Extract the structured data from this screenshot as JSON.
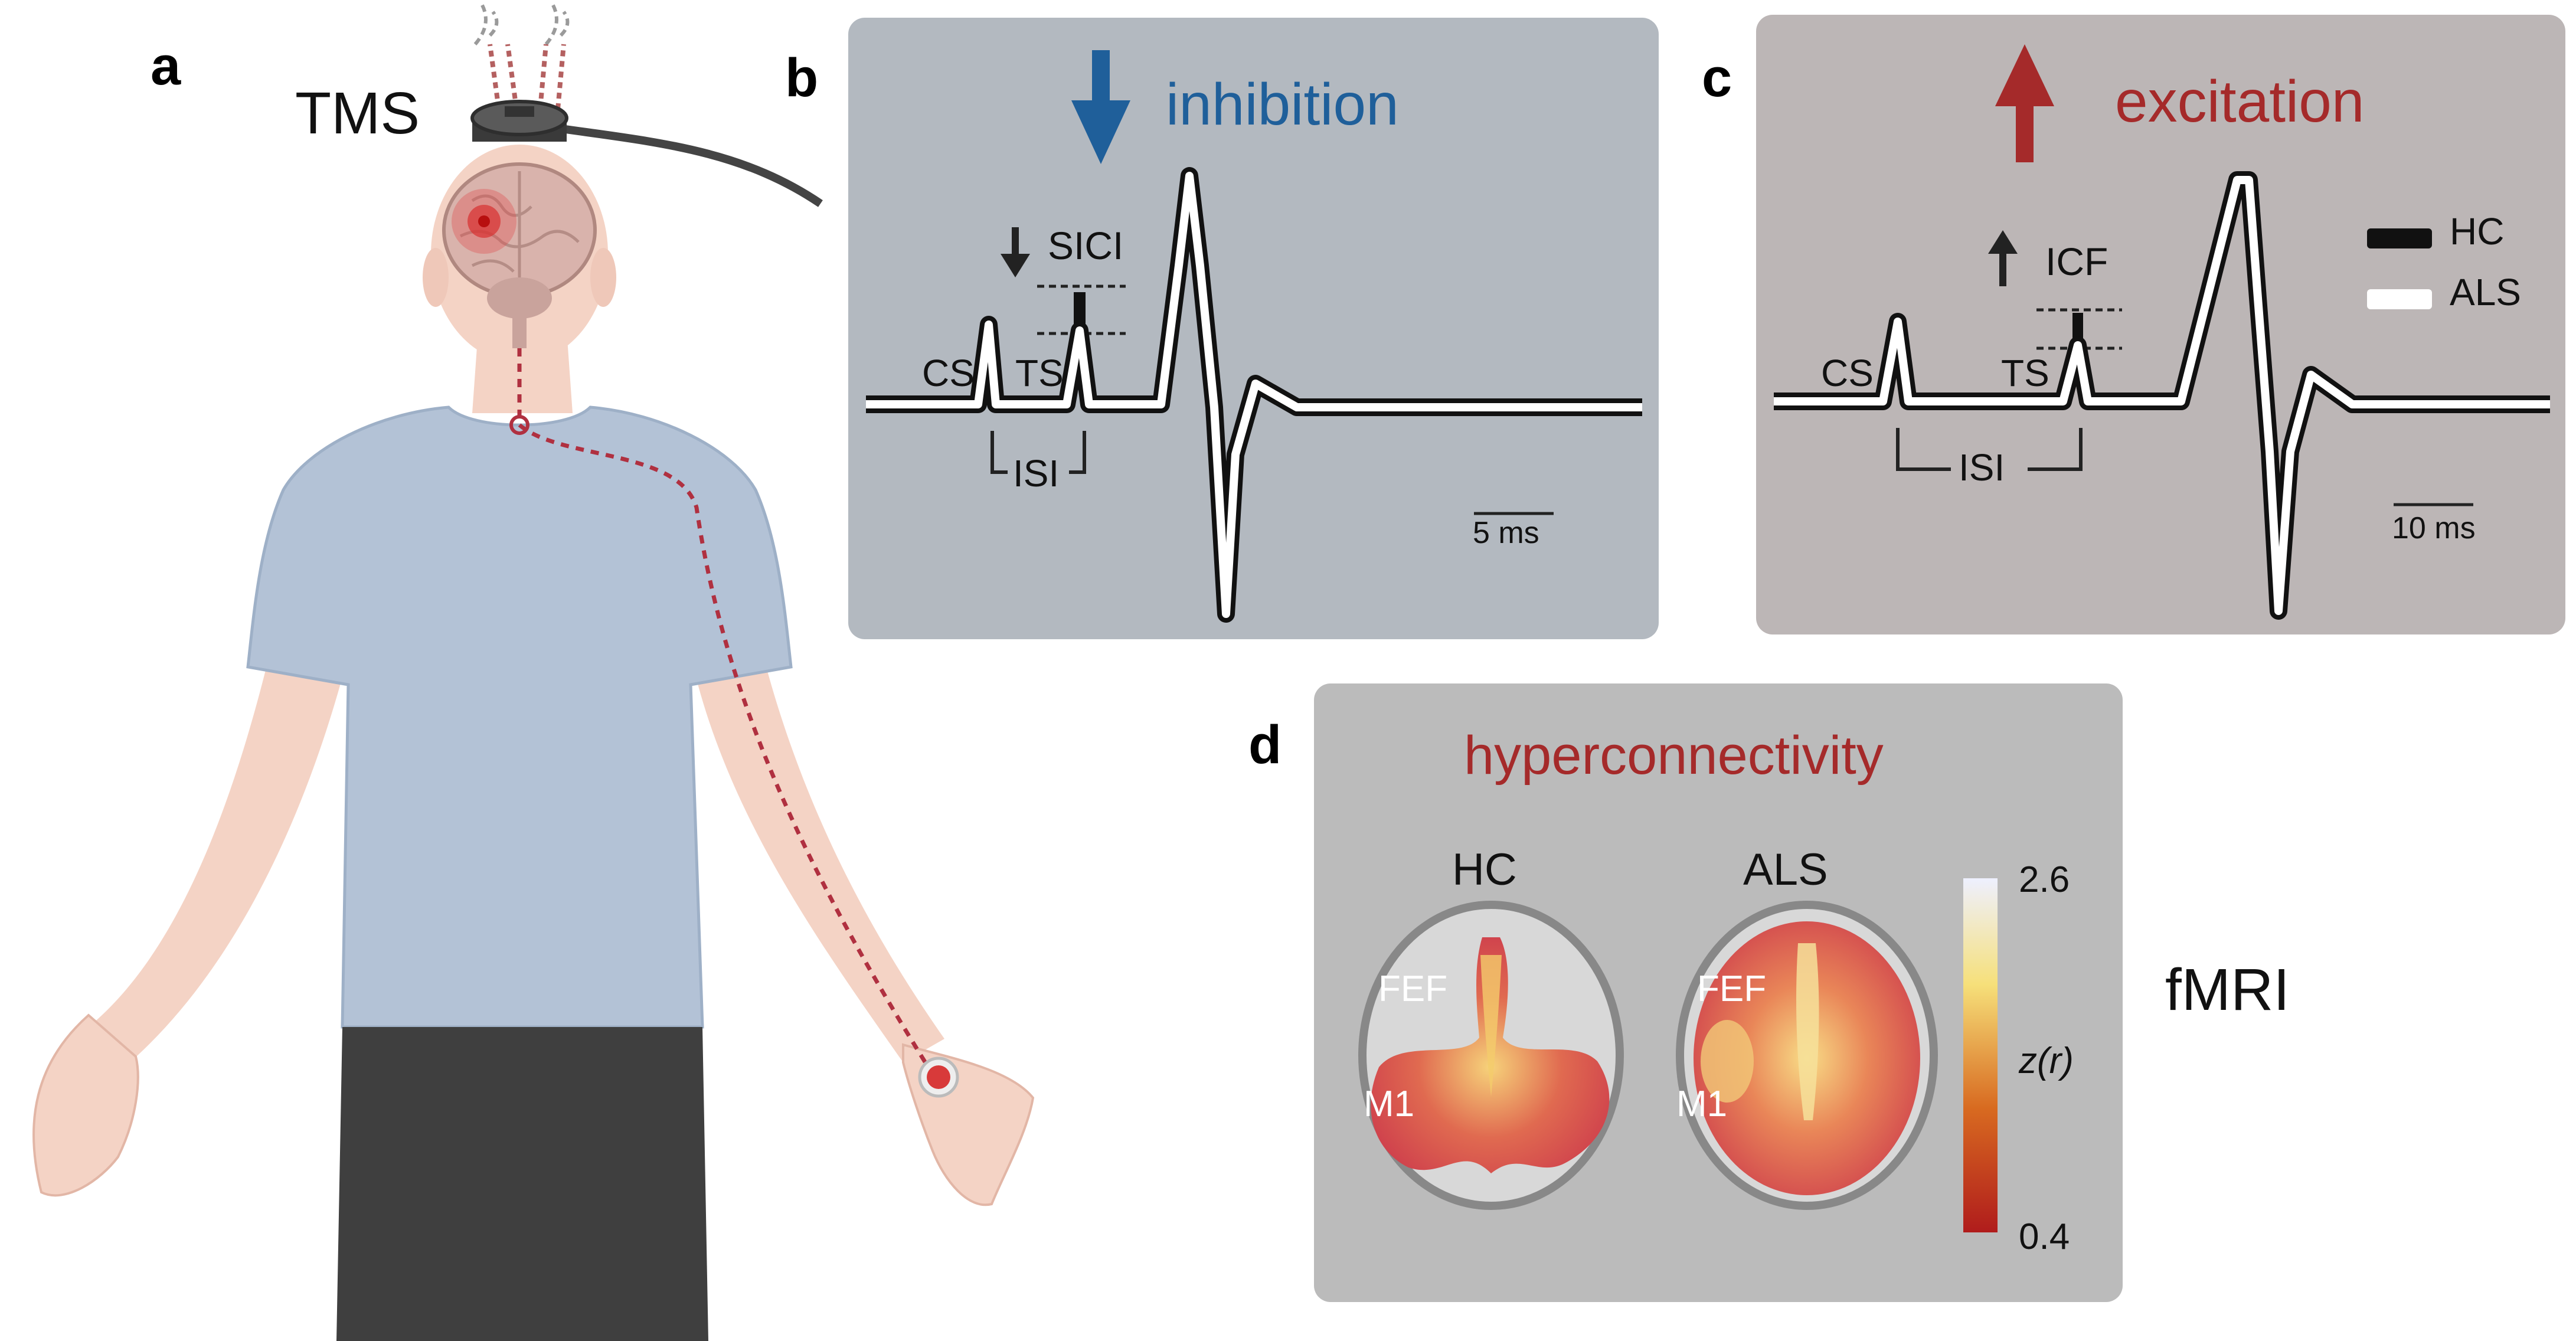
{
  "panel_a": {
    "label": "a",
    "device": "TMS"
  },
  "panel_b": {
    "label": "b",
    "heading": "inhibition",
    "sub_label": "SICI",
    "cs": "CS",
    "ts": "TS",
    "isi": "ISI",
    "scale_bar": "5 ms"
  },
  "panel_c": {
    "label": "c",
    "heading": "excitation",
    "sub_label": "ICF",
    "cs": "CS",
    "ts": "TS",
    "isi": "ISI",
    "scale_bar": "10 ms",
    "legend": {
      "hc": "HC",
      "als": "ALS"
    }
  },
  "panel_d": {
    "label": "d",
    "heading": "hyperconnectivity",
    "brain_hc": "HC",
    "brain_als": "ALS",
    "region_fef": "FEF",
    "region_m1": "M1",
    "colorbar_max": "2.6",
    "colorbar_min": "0.4",
    "colorbar_var": "z(r)",
    "modality": "fMRI"
  },
  "colors": {
    "inhibition": "#1f5f9a",
    "excitation": "#a52a2a",
    "panel_b_bg": "#b3b9c0",
    "panel_c_bg": "#bcb6b6",
    "panel_d_bg": "#bbbbbb",
    "shirt": "#b3c2d6",
    "pants": "#3f3f3f",
    "skin": "#f4d3c5"
  }
}
